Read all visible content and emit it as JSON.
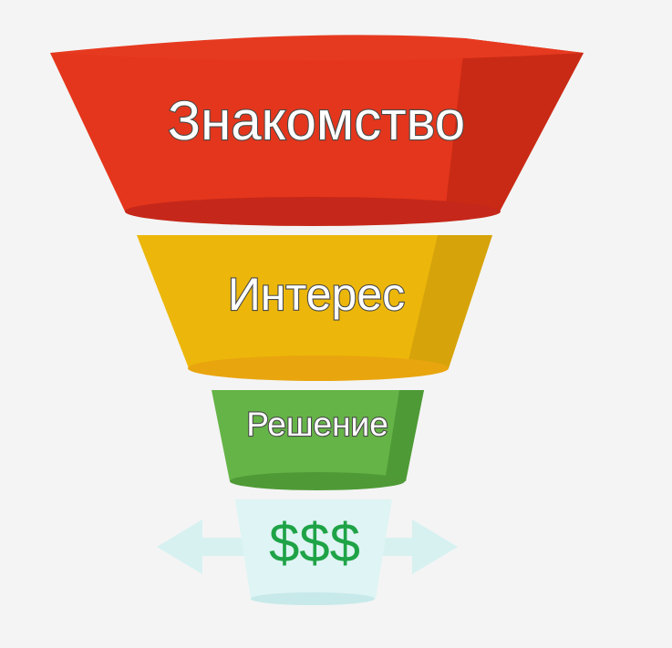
{
  "funnel": {
    "stages": [
      {
        "label": "Знакомство",
        "color": "#e4361c",
        "shade": "#c92a15"
      },
      {
        "label": "Интерес",
        "color": "#ecb70a",
        "shade": "#d6a30b"
      },
      {
        "label": "Решение",
        "color": "#65b447",
        "shade": "#4e9a36"
      }
    ],
    "result": {
      "label": "$$$",
      "color": "#d7f1f1",
      "arrow_color": "#d7f1f1",
      "text_color": "#1fa347"
    }
  }
}
